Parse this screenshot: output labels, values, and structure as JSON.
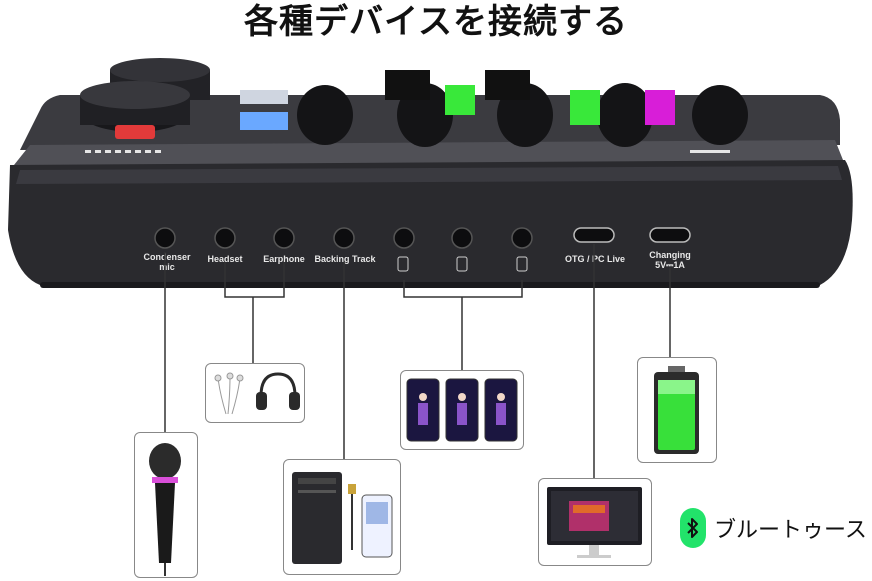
{
  "title": "各種デバイスを接続する",
  "ports": {
    "condenser": "Condenser mic",
    "headset": "Headset",
    "earphone": "Earphone",
    "backing": "Backing Track",
    "otg": "OTG / PC Live",
    "charging": "Changing 5V⎓1A"
  },
  "bluetooth": {
    "label": "ブルートゥース"
  },
  "colors": {
    "device_body": "#2a2a2e",
    "accent_green": "#39e83a",
    "accent_magenta": "#d81ed8",
    "bluetooth_green": "#22e36a"
  }
}
